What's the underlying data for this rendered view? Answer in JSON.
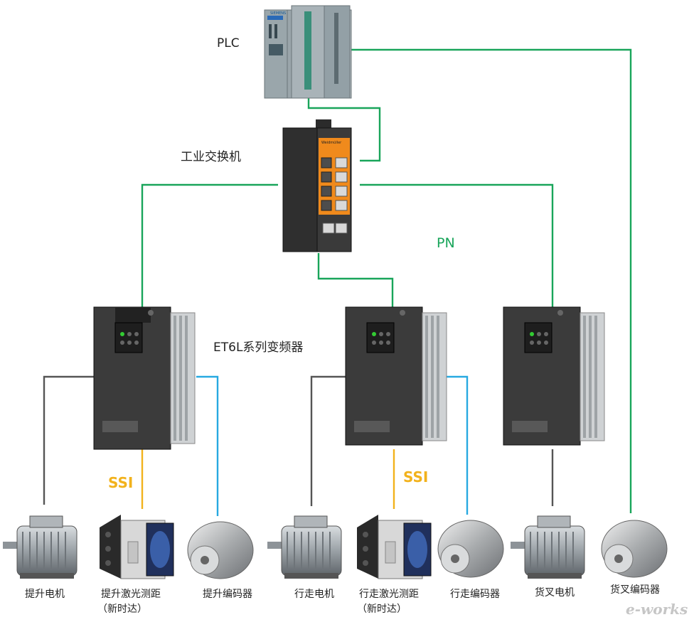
{
  "title": "",
  "nodes": {
    "plc": {
      "label": "PLC",
      "icon": "plc-icon"
    },
    "switch": {
      "label": "工业交换机",
      "icon": "industrial-switch-icon"
    },
    "inverters": {
      "label": "ET6L系列变频器",
      "icon": "inverter-icon"
    }
  },
  "network_label": "PN",
  "ssi_labels": [
    "SSI",
    "SSI"
  ],
  "devices": [
    {
      "label": "提升电机",
      "sub": "",
      "icon": "motor-icon"
    },
    {
      "label": "提升激光测距",
      "sub": "（新时达）",
      "icon": "laser-rangefinder-icon"
    },
    {
      "label": "提升编码器",
      "sub": "",
      "icon": "encoder-icon"
    },
    {
      "label": "行走电机",
      "sub": "",
      "icon": "motor-icon"
    },
    {
      "label": "行走激光测距",
      "sub": "（新时达）",
      "icon": "laser-rangefinder-icon"
    },
    {
      "label": "行走编码器",
      "sub": "",
      "icon": "encoder-icon"
    },
    {
      "label": "货叉电机",
      "sub": "",
      "icon": "motor-icon"
    },
    {
      "label": "货叉编码器",
      "sub": "",
      "icon": "encoder-icon"
    }
  ],
  "watermark": "e-works",
  "colors": {
    "profinet": "#19a55a",
    "ssi": "#f2b21c",
    "encoder_line": "#27a9e1",
    "motor_line": "#555555"
  }
}
